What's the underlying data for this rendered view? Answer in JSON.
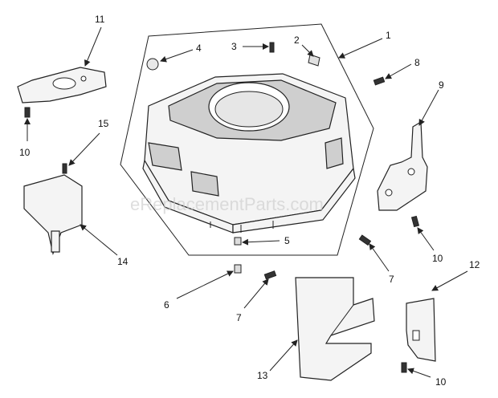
{
  "watermark": "eReplacementParts.com",
  "callouts": {
    "c1": "1",
    "c2": "2",
    "c3": "3",
    "c4": "4",
    "c5": "5",
    "c6": "6",
    "c7a": "7",
    "c7b": "7",
    "c8": "8",
    "c9": "9",
    "c10a": "10",
    "c10b": "10",
    "c10c": "10",
    "c11": "11",
    "c12": "12",
    "c13": "13",
    "c14": "14",
    "c15": "15"
  }
}
